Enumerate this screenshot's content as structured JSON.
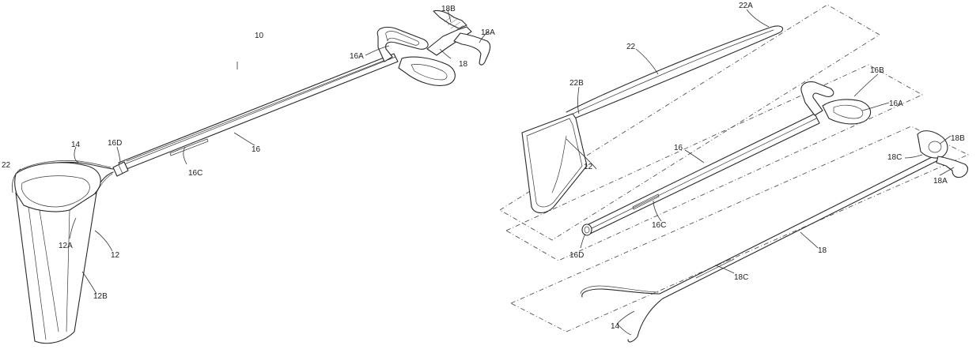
{
  "labels": {
    "l10": "10",
    "l18B_a": "18B",
    "l18A_a": "18A",
    "l16A_a": "16A",
    "l18_a": "18",
    "l16_a": "16",
    "l16D_a": "16D",
    "l16C_a": "16C",
    "l14_a": "14",
    "l22_a": "22",
    "l12A": "12A",
    "l12_a": "12",
    "l12B": "12B",
    "l22A": "22A",
    "l22_b": "22",
    "l22B": "22B",
    "l12_b": "12",
    "l16B": "16B",
    "l16A_b": "16A",
    "l16_b": "16",
    "l16C_b": "16C",
    "l16D_b": "16D",
    "l18B_b": "18B",
    "l18C_a": "18C",
    "l18A_b": "18A",
    "l18_b": "18",
    "l18C_b": "18C",
    "l14_b": "14"
  },
  "colors": {
    "line": "#2a2a2a",
    "text": "#222222",
    "background": "#ffffff"
  }
}
